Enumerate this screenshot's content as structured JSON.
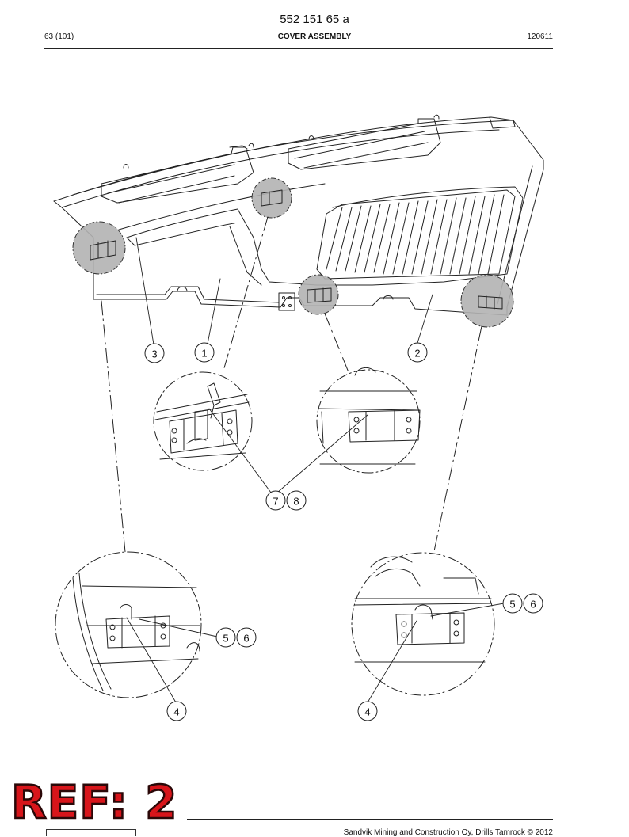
{
  "header": {
    "doc_number": "552 151 65 a",
    "page": "63 (101)",
    "title": "COVER ASSEMBLY",
    "date_code": "120611"
  },
  "footer": {
    "copyright": "Sandvik Mining and Construction Oy, Drills Tamrock © 2012"
  },
  "stamp": {
    "text": "REF: 2",
    "color": "#d8151b"
  },
  "callouts": {
    "c1": "1",
    "c2": "2",
    "c3": "3",
    "c4a": "4",
    "c4b": "4",
    "c5a": "5",
    "c6a": "6",
    "c5b": "5",
    "c6b": "6",
    "c7": "7",
    "c8": "8"
  },
  "colors": {
    "line": "#222222",
    "highlight": "#b3b3b3"
  }
}
